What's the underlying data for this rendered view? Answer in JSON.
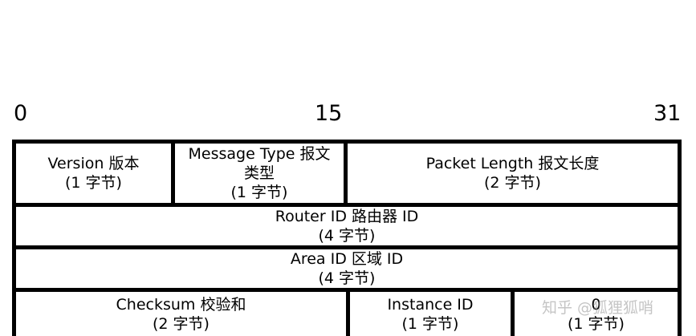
{
  "ruler": {
    "start": "0",
    "mid": "15",
    "end": "31"
  },
  "rows": [
    [
      {
        "label": "Version 版本",
        "size": "(1 字节)"
      },
      {
        "label": "Message Type 报文",
        "label2": "类型",
        "size": "(1 字节)"
      },
      {
        "label": "Packet Length 报文长度",
        "size": "(2 字节)"
      }
    ],
    [
      {
        "label": "Router ID 路由器 ID",
        "size": "(4 字节)"
      }
    ],
    [
      {
        "label": "Area ID 区域 ID",
        "size": "(4 字节)"
      }
    ],
    [
      {
        "label": "Checksum 校验和",
        "size": "(2 字节)"
      },
      {
        "label": "Instance ID",
        "size": "(1 字节)"
      },
      {
        "label": "0",
        "size": "(1 字节)"
      }
    ]
  ],
  "watermark": "知乎 @狐狸狐哨",
  "colors": {
    "border": "#000000",
    "background": "#ffffff"
  }
}
